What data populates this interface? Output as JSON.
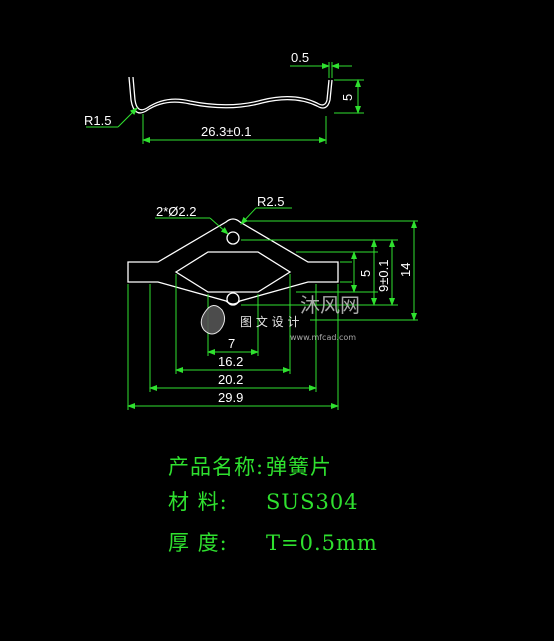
{
  "colors": {
    "line": "#ffffff",
    "dimension": "#2fe12f",
    "info_text": "#2fe12f",
    "background": "#000000"
  },
  "side_view": {
    "thickness_label": "0.5",
    "height_label": "5",
    "radius_label": "R1.5",
    "length_label": "26.3±0.1"
  },
  "top_view": {
    "holes_label": "2*Ø2.2",
    "radius_label": "R2.5",
    "dim_5": "5",
    "dim_9": "9±0.1",
    "dim_14": "14",
    "dim_7": "7",
    "dim_16_2": "16.2",
    "dim_20_2": "20.2",
    "dim_29_9": "29.9"
  },
  "watermark": {
    "site_text": "图 文 设 计",
    "brand_text": "沐风网",
    "sub_text": "www.mfcad.com"
  },
  "info": {
    "name_label": "产品名称:",
    "name_value": "弹簧片",
    "material_label": "材    料:",
    "material_value": "SUS304",
    "thickness_label": "厚    度:",
    "thickness_value": "T=0.5mm"
  }
}
